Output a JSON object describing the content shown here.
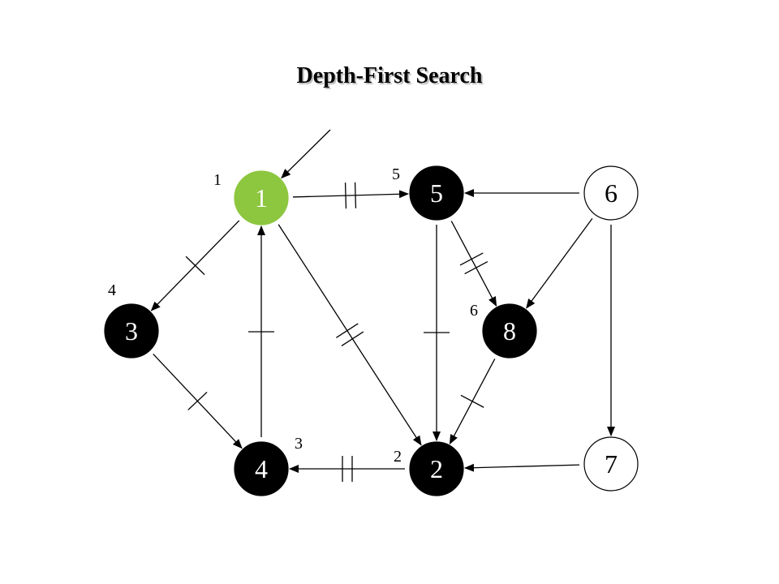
{
  "title": "Depth-First Search",
  "colors": {
    "start_node": "#8dc63f",
    "visited_node": "#000000",
    "unvisited_node": "#ffffff",
    "edge": "#000000"
  },
  "nodes": [
    {
      "id": "1",
      "label": "1",
      "state": "start"
    },
    {
      "id": "2",
      "label": "2",
      "state": "visited"
    },
    {
      "id": "3",
      "label": "3",
      "state": "visited"
    },
    {
      "id": "4",
      "label": "4",
      "state": "visited"
    },
    {
      "id": "5",
      "label": "5",
      "state": "visited"
    },
    {
      "id": "6",
      "label": "6",
      "state": "unvisited"
    },
    {
      "id": "7",
      "label": "7",
      "state": "unvisited"
    },
    {
      "id": "8",
      "label": "8",
      "state": "visited"
    }
  ],
  "edges": [
    {
      "from": "1",
      "to": "5",
      "marks": 2
    },
    {
      "from": "1",
      "to": "3",
      "marks": 1
    },
    {
      "from": "1",
      "to": "2",
      "marks": 2
    },
    {
      "from": "4",
      "to": "1",
      "marks": 1
    },
    {
      "from": "3",
      "to": "4",
      "marks": 1
    },
    {
      "from": "2",
      "to": "4",
      "marks": 2
    },
    {
      "from": "5",
      "to": "2",
      "marks": 1
    },
    {
      "from": "5",
      "to": "8",
      "marks": 2
    },
    {
      "from": "8",
      "to": "2",
      "marks": 1
    },
    {
      "from": "6",
      "to": "5",
      "marks": 0
    },
    {
      "from": "6",
      "to": "8",
      "marks": 0
    },
    {
      "from": "6",
      "to": "7",
      "marks": 0
    },
    {
      "from": "7",
      "to": "2",
      "marks": 0
    }
  ],
  "visit_order": [
    {
      "node": "1",
      "label": "1"
    },
    {
      "node": "2",
      "label": "2"
    },
    {
      "node": "4",
      "label": "3"
    },
    {
      "node": "3",
      "label": "4"
    },
    {
      "node": "5",
      "label": "5"
    },
    {
      "node": "8",
      "label": "6"
    }
  ]
}
